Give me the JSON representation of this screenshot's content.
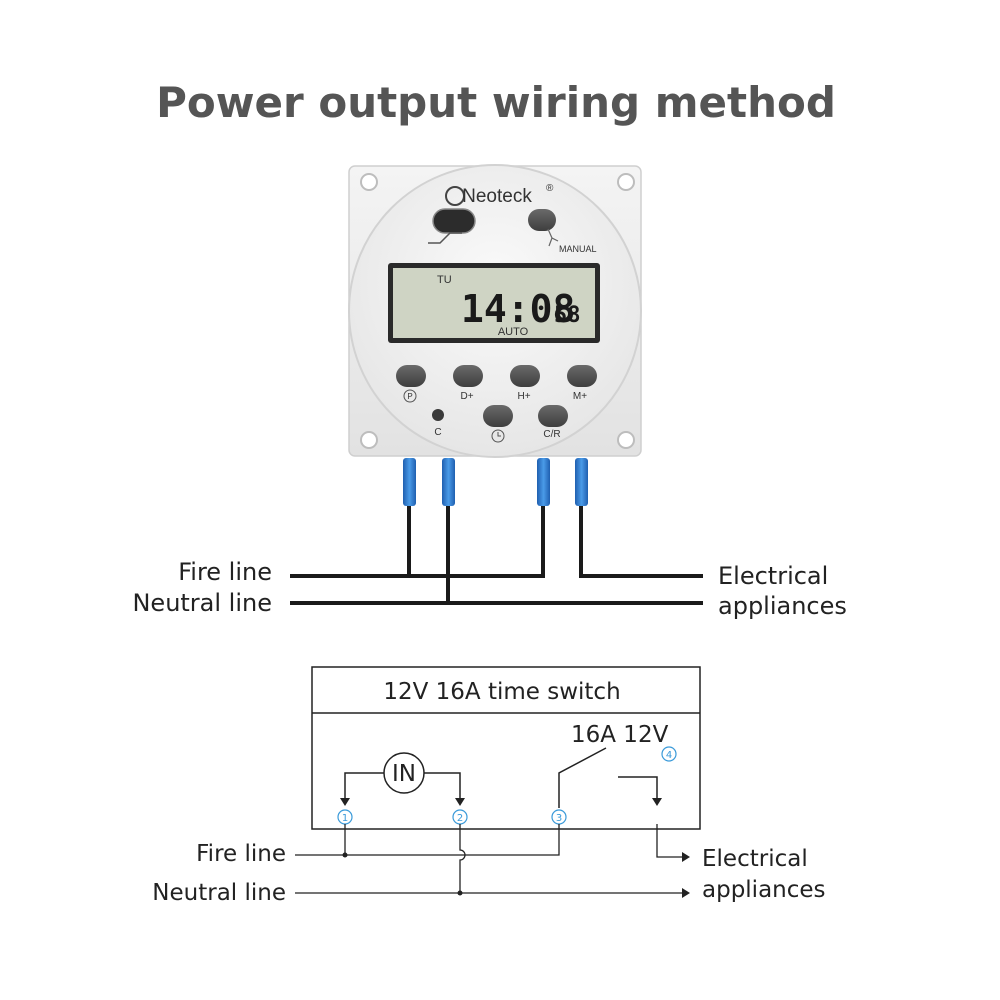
{
  "title": "Power output wiring method",
  "device": {
    "brand": "Neoteck",
    "registered_mark": "®",
    "manual_label": "MANUAL",
    "lcd": {
      "day": "TU",
      "time": "14:08",
      "seconds": "58",
      "mode": "AUTO"
    },
    "buttons": {
      "p": "P",
      "d_plus": "D+",
      "h_plus": "H+",
      "m_plus": "M+",
      "c": "C",
      "clock": "",
      "c_r": "C/R"
    }
  },
  "wiring_top": {
    "fire_line": "Fire line",
    "neutral_line": "Neutral line",
    "appliances_line1": "Electrical",
    "appliances_line2": "appliances"
  },
  "schematic": {
    "box_title": "12V 16A time switch",
    "relay_label": "16A 12V",
    "input_label": "IN",
    "terminals": [
      "1",
      "2",
      "3",
      "4"
    ],
    "fire_line": "Fire line",
    "neutral_line": "Neutral line",
    "appliances_line1": "Electrical",
    "appliances_line2": "appliances"
  },
  "colors": {
    "title": "#555555",
    "wire": "#1a1a1a",
    "connector_blue": "#2f7fd6",
    "terminal_blue": "#3a9ad9",
    "device_body": "#eeeeee",
    "lcd_bg": "#cfd4c4",
    "button": "#555555"
  }
}
